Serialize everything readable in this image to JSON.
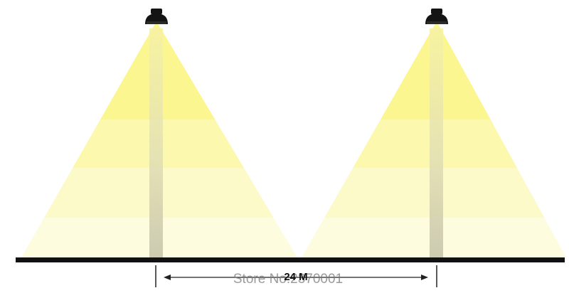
{
  "diagram": {
    "lamps": [
      {
        "name": "lamp-left"
      },
      {
        "name": "lamp-right"
      }
    ],
    "dimension": {
      "label": "24 M"
    },
    "watermark": "Store No.2370001",
    "colors": {
      "background": "#ffffff",
      "ground": "#111111",
      "lamp_body": "#141414",
      "beam_band_1": "#fbf691",
      "beam_band_2": "#fcf8b0",
      "beam_band_3": "#fdfacb",
      "beam_band_4": "#fefce0",
      "pole_top": "#f3ee96",
      "pole_bottom": "#c9c7a6"
    }
  }
}
